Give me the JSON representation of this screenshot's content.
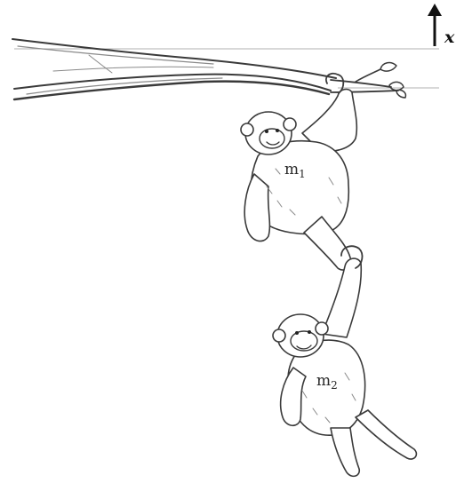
{
  "figure": {
    "axis_label": "x",
    "monkey_upper_label": "m",
    "monkey_upper_subscript": "1",
    "monkey_lower_label": "m",
    "monkey_lower_subscript": "2"
  },
  "colors": {
    "ink": "#3a3a3a",
    "guide_line": "#b0b0b0",
    "background": "#ffffff"
  }
}
